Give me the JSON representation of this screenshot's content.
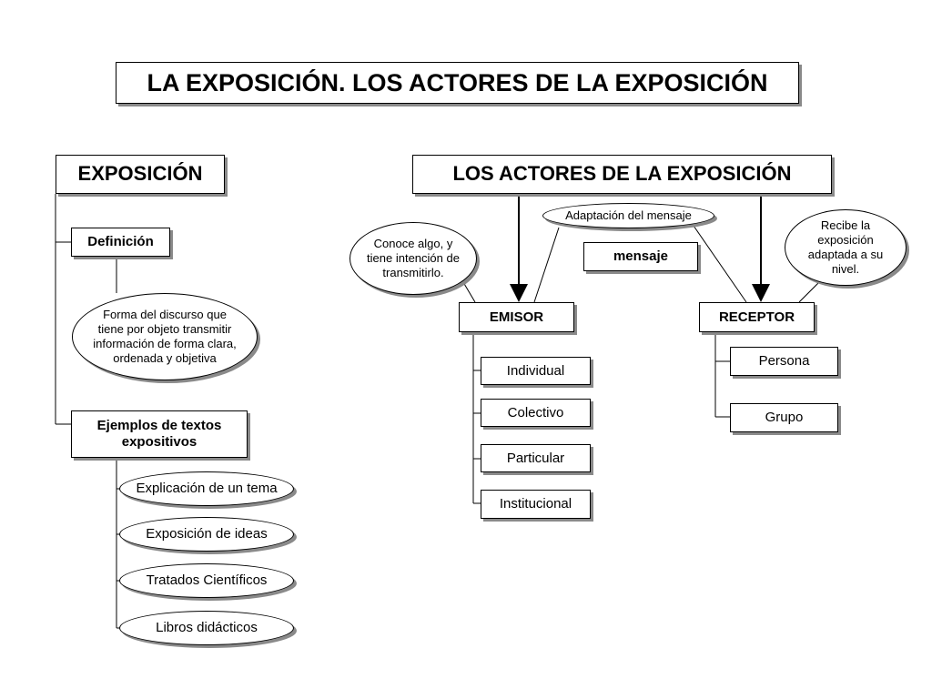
{
  "title": "LA EXPOSICIÓN. LOS ACTORES DE LA EXPOSICIÓN",
  "left": {
    "header": "EXPOSICIÓN",
    "definicion": {
      "label": "Definición",
      "text": "Forma del discurso que tiene por objeto transmitir información de forma clara, ordenada y objetiva"
    },
    "ejemplos": {
      "label": "Ejemplos de textos expositivos",
      "items": [
        "Explicación de un tema",
        "Exposición de ideas",
        "Tratados Científicos",
        "Libros didácticos"
      ]
    }
  },
  "right": {
    "header": "LOS ACTORES DE LA EXPOSICIÓN",
    "adaptacion": "Adaptación del mensaje",
    "conoce": "Conoce algo, y tiene intención de transmitirlo.",
    "recibe": "Recibe la exposición adaptada a su nivel.",
    "mensaje": "mensaje",
    "emisor": {
      "label": "EMISOR",
      "types": [
        "Individual",
        "Colectivo",
        "Particular",
        "Institucional"
      ]
    },
    "receptor": {
      "label": "RECEPTOR",
      "types": [
        "Persona",
        "Grupo"
      ]
    }
  }
}
